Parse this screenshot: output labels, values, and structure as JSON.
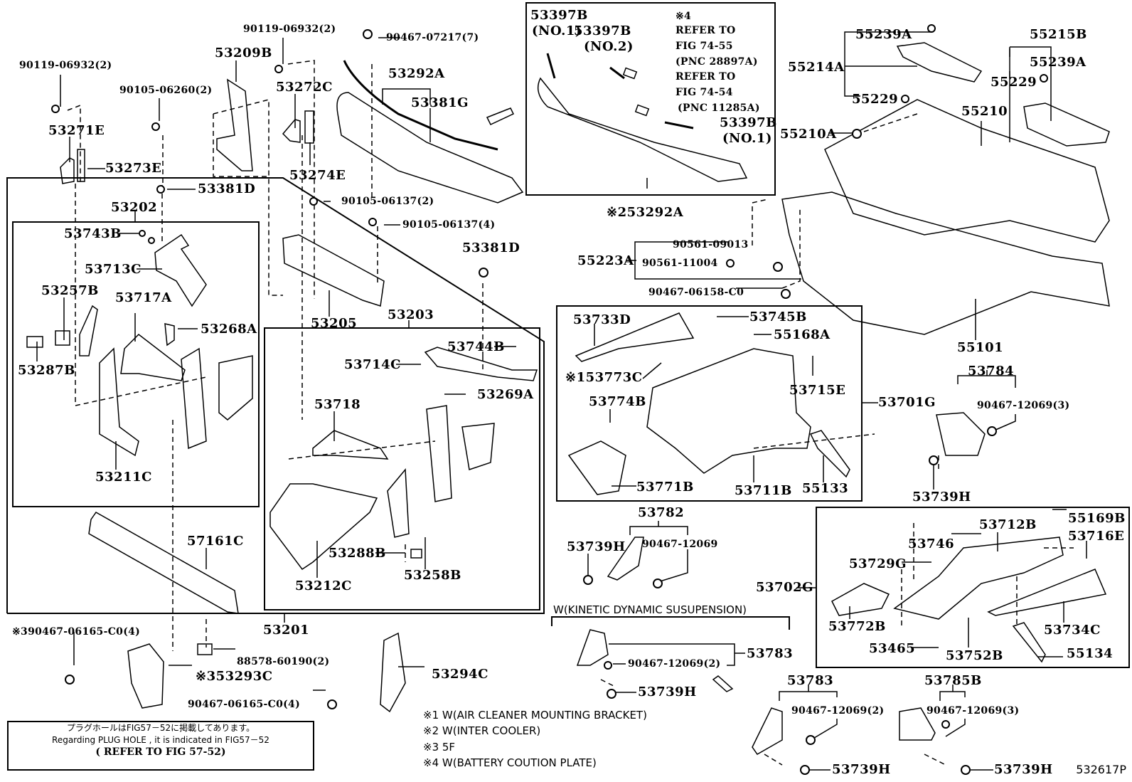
{
  "figure_code": "532617P",
  "labels": {
    "l90119_a": "90119-06932(2)",
    "l90119_b": "90119-06932(2)",
    "l53209B": "53209B",
    "l90105_06260": "90105-06260(2)",
    "l53271E": "53271E",
    "l53273E": "53273E",
    "l53381D_a": "53381D",
    "l53272C": "53272C",
    "l53274E": "53274E",
    "l90467_07217": "90467-07217(7)",
    "l53292A": "53292A",
    "l53381G": "53381G",
    "l90105_06137_2": "90105-06137(2)",
    "l90105_06137_4": "90105-06137(4)",
    "l53205": "53205",
    "l53381D_b": "53381D",
    "l53202": "53202",
    "l53743B": "53743B",
    "l53713C": "53713C",
    "l53257B": "53257B",
    "l53717A": "53717A",
    "l53268A": "53268A",
    "l53287B": "53287B",
    "l53211C": "53211C",
    "l53203": "53203",
    "l53744B": "53744B",
    "l53714C": "53714C",
    "l53718": "53718",
    "l53269A": "53269A",
    "l53288B": "53288B",
    "l53258B": "53258B",
    "l53212C": "53212C",
    "l57161C": "57161C",
    "l53201": "53201",
    "l90467_06165_s3": "※390467-06165-C0(4)",
    "l88578": "88578-60190(2)",
    "l53293C": "※353293C",
    "l90467_06165": "90467-06165-C0(4)",
    "l53294C": "53294C",
    "inset_53397B_no1a": "53397B",
    "inset_no1a": "(NO.1)",
    "inset_53397B_no2": "53397B",
    "inset_no2": "(NO.2)",
    "inset_s4": "※4",
    "inset_refer1": "REFER TO",
    "inset_fig7455": "FIG 74-55",
    "inset_pnc1": "(PNC 28897A)",
    "inset_refer2": "REFER TO",
    "inset_fig7454": "FIG 74-54",
    "inset_pnc2": "(PNC 11285A)",
    "inset_53397B_no1b": "53397B",
    "inset_no1b": "(NO.1)",
    "inset_53292A": "※253292A",
    "l55239A_a": "55239A",
    "l55214A": "55214A",
    "l55229_a": "55229",
    "l55215B": "55215B",
    "l55239A_b": "55239A",
    "l55229_b": "55229",
    "l55210": "55210",
    "l55210A": "55210A",
    "l90561_09013": "90561-09013",
    "l55223A": "55223A",
    "l90561_11004": "90561-11004",
    "l90467_06158": "90467-06158-C0",
    "l55101": "55101",
    "l53733D": "53733D",
    "l53745B": "53745B",
    "l55168A": "55168A",
    "l53773C": "※153773C",
    "l53715E": "53715E",
    "l53774B": "53774B",
    "l53701G": "53701G",
    "l53771B": "53771B",
    "l53711B": "53711B",
    "l55133": "55133",
    "l53784": "53784",
    "l90467_12069_3a": "90467-12069(3)",
    "l53739H_a": "53739H",
    "l53782": "53782",
    "l53739H_b": "53739H",
    "l90467_12069": "90467-12069",
    "kinetic": "W(KINETIC DYNAMIC SUSUPENSION)",
    "l53783_a": "53783",
    "l90467_12069_2a": "90467-12069(2)",
    "l53739H_c": "53739H",
    "l53702G": "53702G",
    "l53712B": "53712B",
    "l55169B": "55169B",
    "l53746": "53746",
    "l53716E": "53716E",
    "l53729G": "53729G",
    "l53772B": "53772B",
    "l53734C": "53734C",
    "l53465": "53465",
    "l53752B": "53752B",
    "l55134": "55134",
    "l53783_b": "53783",
    "l90467_12069_2b": "90467-12069(2)",
    "l53739H_d": "53739H",
    "l53785B": "53785B",
    "l90467_12069_3b": "90467-12069(3)",
    "l53739H_e": "53739H"
  },
  "footnotes": [
    "※1 W(AIR CLEANER MOUNTING BRACKET)",
    "※2 W(INTER COOLER)",
    "※3 5F",
    "※4 W(BATTERY COUTION PLATE)"
  ],
  "plug_note": {
    "jp": "プラグホールはFIG57－52に掲載してあります。",
    "en": "Regarding PLUG HOLE , it is indicated in FIG57－52",
    "ref": "( REFER TO FIG 57-52)"
  }
}
